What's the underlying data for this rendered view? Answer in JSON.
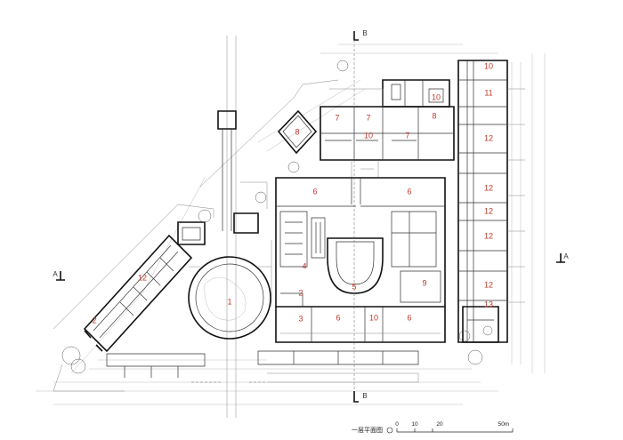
{
  "plan": {
    "rooms": [
      {
        "id": "r1",
        "label": "1"
      },
      {
        "id": "r2a",
        "label": "2"
      },
      {
        "id": "r2b",
        "label": "2"
      },
      {
        "id": "r3",
        "label": "3"
      },
      {
        "id": "r4",
        "label": "4"
      },
      {
        "id": "r5",
        "label": "5"
      },
      {
        "id": "r6a",
        "label": "6"
      },
      {
        "id": "r6b",
        "label": "6"
      },
      {
        "id": "r6c",
        "label": "6"
      },
      {
        "id": "r6d",
        "label": "6"
      },
      {
        "id": "r7a",
        "label": "7"
      },
      {
        "id": "r7b",
        "label": "7"
      },
      {
        "id": "r7c",
        "label": "7"
      },
      {
        "id": "r8a",
        "label": "8"
      },
      {
        "id": "r8b",
        "label": "8"
      },
      {
        "id": "r9",
        "label": "9"
      },
      {
        "id": "r10a",
        "label": "10"
      },
      {
        "id": "r10b",
        "label": "10"
      },
      {
        "id": "r10c",
        "label": "10"
      },
      {
        "id": "r10d",
        "label": "10"
      },
      {
        "id": "r11",
        "label": "11"
      },
      {
        "id": "r12a",
        "label": "12"
      },
      {
        "id": "r12b",
        "label": "12"
      },
      {
        "id": "r12c",
        "label": "12"
      },
      {
        "id": "r12d",
        "label": "12"
      },
      {
        "id": "r12e",
        "label": "12"
      },
      {
        "id": "r12f",
        "label": "12"
      },
      {
        "id": "r13",
        "label": "13"
      }
    ],
    "section_marks": {
      "b_top": "B",
      "b_bottom": "B",
      "a_left": "A",
      "a_right": "A"
    },
    "caption": "一层平面图",
    "scale_labels": [
      "0",
      "10",
      "20",
      "50m"
    ],
    "room_label_color": "#c0392b"
  }
}
